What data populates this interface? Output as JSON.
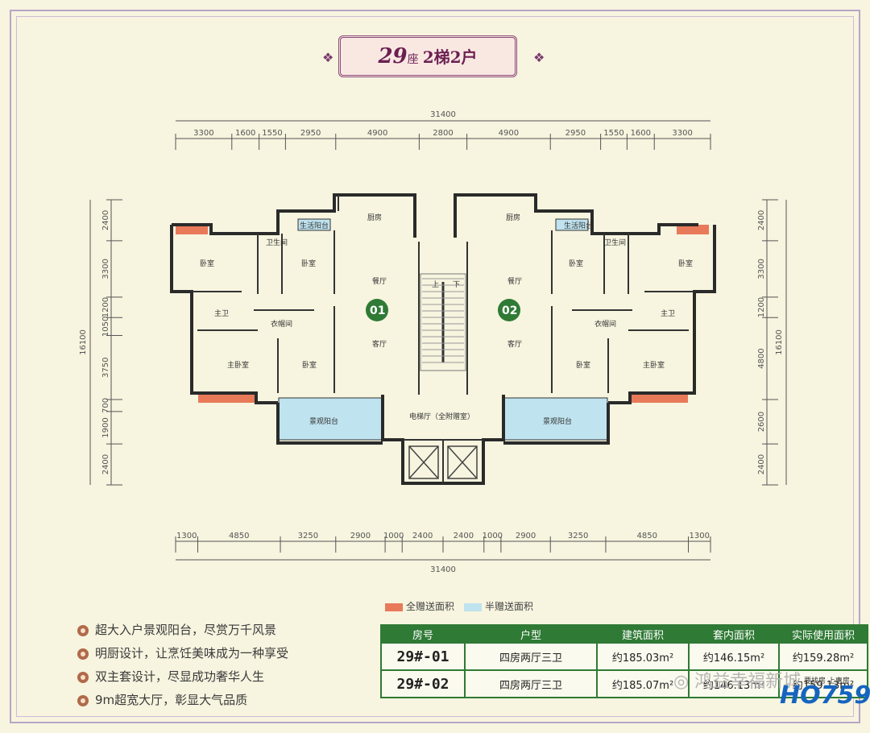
{
  "header": {
    "building_num": "29",
    "building_suffix": "座",
    "config": "2梯2户"
  },
  "dims": {
    "top_total": "31400",
    "top_segments": [
      "3300",
      "1600",
      "1550",
      "2950",
      "4900",
      "2800",
      "4900",
      "2950",
      "1550",
      "1600",
      "3300"
    ],
    "bottom_total": "31400",
    "bottom_segments": [
      "1300",
      "4850",
      "3250",
      "2900",
      "1000",
      "2400",
      "2400",
      "1000",
      "2900",
      "3250",
      "4850",
      "1300"
    ],
    "left_segments": [
      "2400",
      "3300",
      "1200",
      "1050",
      "3750",
      "700",
      "1900",
      "2400"
    ],
    "left_total": "16100",
    "right_segments": [
      "2400",
      "3300",
      "1200",
      "4800",
      "2600",
      "2400"
    ],
    "right_total": "16100"
  },
  "rooms": {
    "kitchen": "厨房",
    "service_balcony": "生活阳台",
    "bathroom": "卫生间",
    "bedroom": "卧室",
    "master_bedroom": "主卧室",
    "master_bath": "主卫",
    "closet": "衣帽间",
    "dining": "餐厅",
    "living": "客厅",
    "view_balcony": "景观阳台",
    "elevator_hall": "电梯厅（全附赠室）",
    "stair_up": "上",
    "stair_down": "下",
    "unit1": "01",
    "unit2": "02"
  },
  "legend": {
    "full_gift": "全赠送面积",
    "half_gift": "半赠送面积",
    "full_color": "#e87a5a",
    "half_color": "#bfe3ef"
  },
  "features": [
    "超大入户景观阳台，尽赏万千风景",
    "明厨设计，让烹饪美味成为一种享受",
    "双主套设计，尽显成功奢华人生",
    "9m超宽大厅，彰显大气品质"
  ],
  "table": {
    "headers": [
      "房号",
      "户型",
      "建筑面积",
      "套内面积",
      "实际使用面积"
    ],
    "rows": [
      {
        "code": "29#-01",
        "type": "四房两厅三卫",
        "build": "约185.03m²",
        "inner": "约146.15m²",
        "usable": "约159.28m²"
      },
      {
        "code": "29#-02",
        "type": "四房两厅三卫",
        "build": "约185.07m²",
        "inner": "约146.13m²",
        "usable": "约159.13m²"
      }
    ]
  },
  "watermark": {
    "text": "鸿益幸福新城",
    "logo": "HO759",
    "logo_sub": "要找房 上惠房"
  },
  "colors": {
    "accent_green": "#2f7a35",
    "title_purple": "#6b1f52",
    "wall": "#2a2a2a"
  }
}
